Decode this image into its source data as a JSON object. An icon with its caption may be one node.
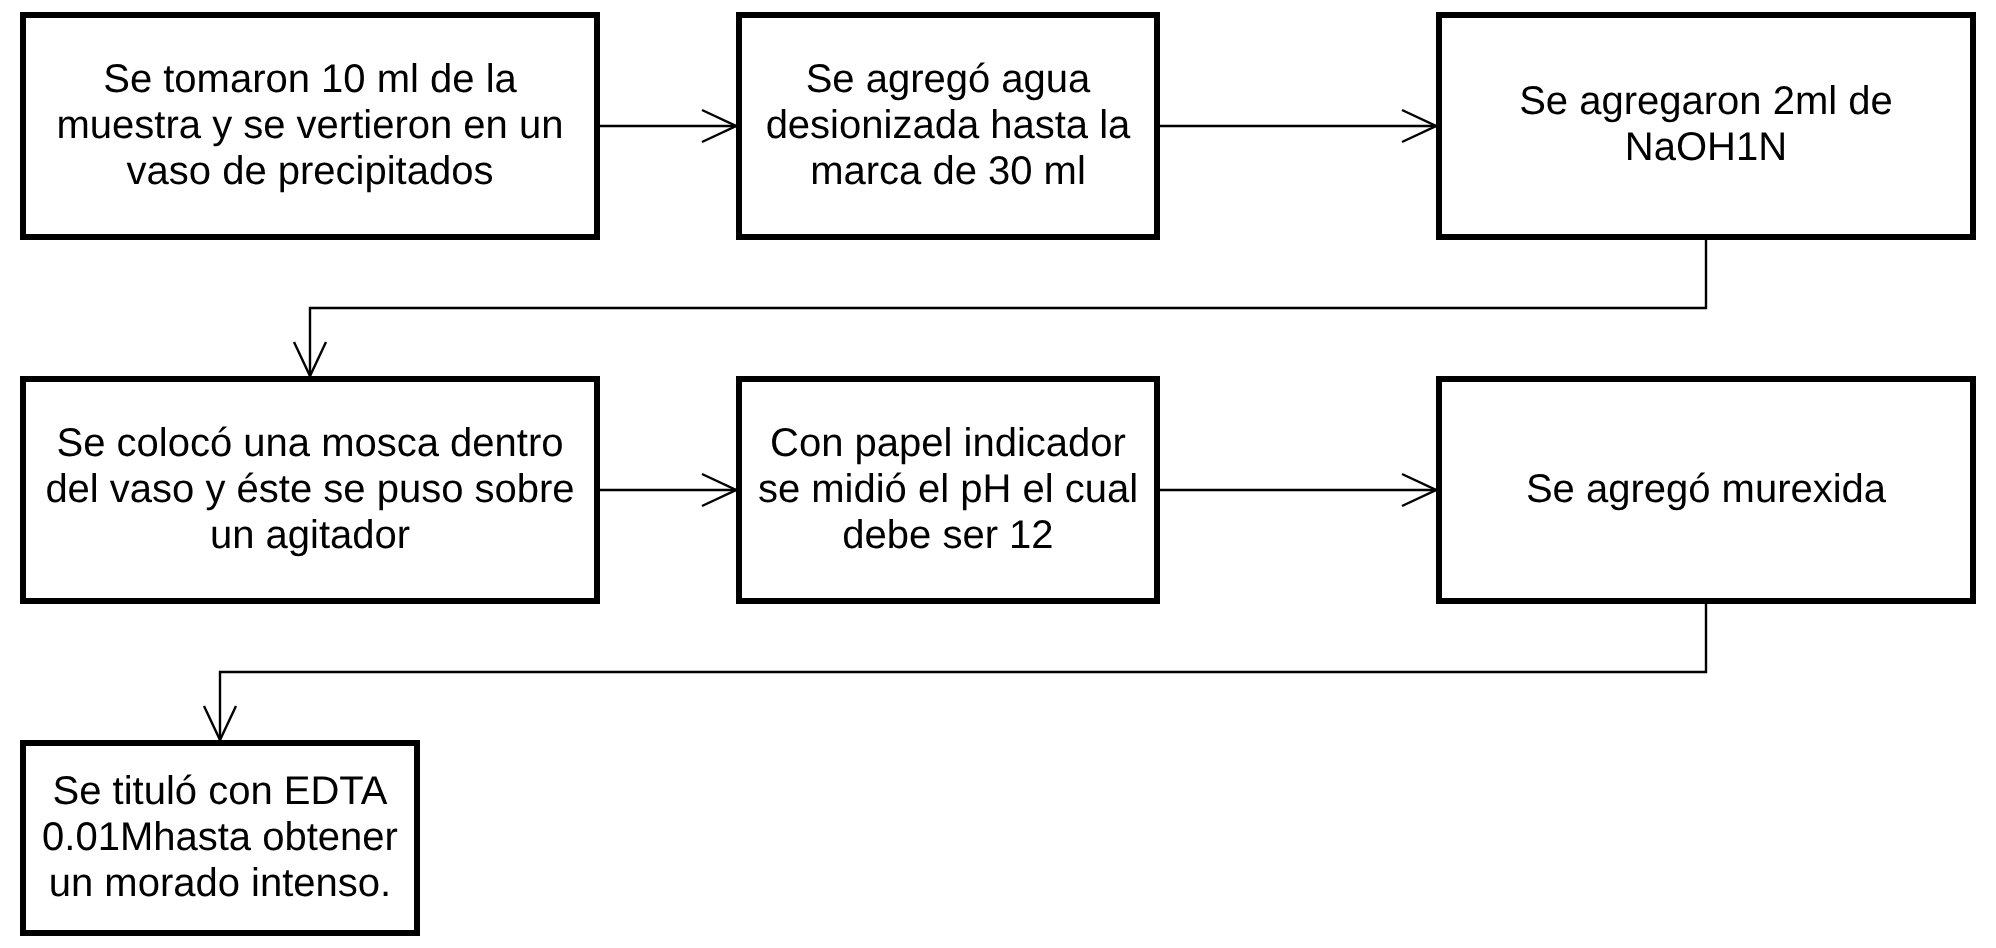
{
  "diagram": {
    "nodes": [
      {
        "text": [
          "Se tomaron 10 ml de la muestra y se vertieron en un vaso de precipitados"
        ]
      },
      {
        "text": [
          "Se agregó agua desionizada hasta la marca de 30 ml"
        ]
      },
      {
        "text": [
          "Se agregaron 2ml de NaOH1N"
        ]
      },
      {
        "text": [
          "Se colocó una mosca dentro del vaso y éste se puso sobre un agitador"
        ]
      },
      {
        "text": [
          "Con papel indicador se midió el pH el cual debe ser 12"
        ]
      },
      {
        "text": [
          "Se agregó murexida"
        ]
      },
      {
        "text": [
          "Se tituló con EDTA 0.01Mhasta obtener un morado intenso."
        ]
      }
    ],
    "edges": [
      {
        "from": 0,
        "to": 1,
        "arrow": "to"
      },
      {
        "from": 1,
        "to": 2,
        "arrow": "to"
      },
      {
        "from": 2,
        "to": 3,
        "arrow": "to"
      },
      {
        "from": 3,
        "to": 4,
        "arrow": "to"
      },
      {
        "from": 4,
        "to": 5,
        "arrow": "to"
      },
      {
        "from": 5,
        "to": 6,
        "arrow": "to"
      }
    ]
  }
}
